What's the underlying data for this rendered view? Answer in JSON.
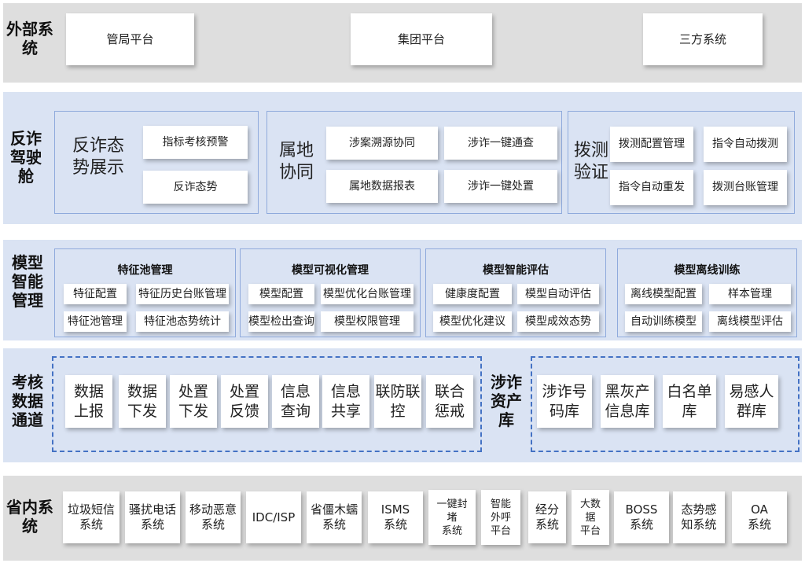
{
  "external": {
    "label": "外部系\n统",
    "items": [
      "管局平台",
      "集团平台",
      "三方系统"
    ]
  },
  "cockpit": {
    "label": "反诈\n驾驶\n舱",
    "group1": {
      "title": "反诈态\n势展示",
      "items": [
        "指标考核预警",
        "反诈态势"
      ]
    },
    "group2": {
      "title": "属地\n协同",
      "items": [
        "涉案溯源协同",
        "涉诈一键通查",
        "属地数据报表",
        "涉诈一键处置"
      ]
    },
    "group3": {
      "title": "拨测\n验证",
      "items": [
        "拨测配置管理",
        "指令自动拨测",
        "指令自动重发",
        "拨测台账管理"
      ]
    }
  },
  "model": {
    "label": "模型\n智能\n管理",
    "groups": [
      {
        "title": "特征池管理",
        "items": [
          "特征配置",
          "特征历史台账管理",
          "特征池管理",
          "特征池态势统计"
        ]
      },
      {
        "title": "模型可视化管理",
        "items": [
          "模型配置",
          "模型优化台账管理",
          "模型检出查询",
          "模型权限管理"
        ]
      },
      {
        "title": "模型智能评估",
        "items": [
          "健康度配置",
          "模型自动评估",
          "模型优化建议",
          "模型成效态势"
        ]
      },
      {
        "title": "模型离线训练",
        "items": [
          "离线模型配置",
          "样本管理",
          "自动训练模型",
          "离线模型评估"
        ]
      }
    ]
  },
  "channel": {
    "label": "考核\n数据\n通道",
    "items": [
      "数据\n上报",
      "数据\n下发",
      "处置\n下发",
      "处置\n反馈",
      "信息\n查询",
      "信息\n共享",
      "联防联\n控",
      "联合\n惩戒"
    ],
    "asset_label": "涉诈\n资产\n库",
    "assets": [
      "涉诈号\n码库",
      "黑灰产\n信息库",
      "白名单\n库",
      "易感人\n群库"
    ]
  },
  "province": {
    "label": "省内系\n统",
    "items": [
      "垃圾短信\n系统",
      "骚扰电话\n系统",
      "移动恶意\n系统",
      "IDC/ISP",
      "省僵木蠕\n系统",
      "ISMS\n系统",
      "一键封\n堵\n系统",
      "智能\n外呼\n平台",
      "经分\n系统",
      "大数\n据\n平台",
      "BOSS\n系统",
      "态势感\n知系统",
      "OA\n系统"
    ]
  }
}
